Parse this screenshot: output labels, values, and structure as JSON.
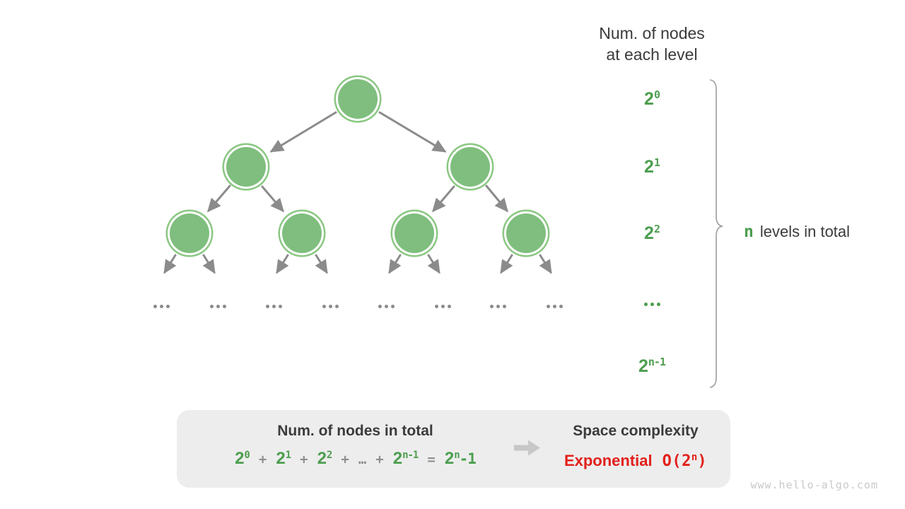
{
  "colors": {
    "ink": "#3b3b3b",
    "green_text": "#4d9e4f",
    "node_fill": "#7fbe7e",
    "node_ring": "#8bc783",
    "edge_gray": "#8b8b8b",
    "operator_gray": "#8f8f8f",
    "box_background": "#ededed",
    "muted_arrow": "#c7c7c7",
    "brace_gray": "#9e9e9e",
    "red": "#e3201b",
    "watermark_gray": "#c9c9c9"
  },
  "tree": {
    "node_levels": [
      1,
      2,
      4
    ],
    "leaf_ellipsis_count": 8,
    "leaf_ellipsis_glyph": "..."
  },
  "right_panel": {
    "header_line1": "Num. of nodes",
    "header_line2": "at each level",
    "levels": [
      {
        "base": "2",
        "sup": "0"
      },
      {
        "base": "2",
        "sup": "1"
      },
      {
        "base": "2",
        "sup": "2"
      },
      {
        "dots": true
      },
      {
        "base": "2",
        "sup": "n-1"
      }
    ],
    "brace_label": {
      "highlight": "n",
      "text": "levels in total"
    }
  },
  "summary_box": {
    "left_title": "Num. of nodes in total",
    "formula": [
      {
        "kind": "term",
        "base": "2",
        "sup": "0"
      },
      {
        "kind": "op",
        "base": "+"
      },
      {
        "kind": "term",
        "base": "2",
        "sup": "1"
      },
      {
        "kind": "op",
        "base": "+"
      },
      {
        "kind": "term",
        "base": "2",
        "sup": "2"
      },
      {
        "kind": "op",
        "base": "+"
      },
      {
        "kind": "op",
        "base": "…"
      },
      {
        "kind": "op",
        "base": "+"
      },
      {
        "kind": "term",
        "base": "2",
        "sup": "n-1"
      },
      {
        "kind": "op",
        "base": "="
      },
      {
        "kind": "term",
        "base": "2",
        "sup": "n",
        "suffix": "-1"
      }
    ],
    "right_title": "Space complexity",
    "result": {
      "label": "Exponential",
      "o_prefix": "O(2",
      "o_sup": "n",
      "o_suffix": ")"
    }
  },
  "watermark": "www.hello-algo.com"
}
